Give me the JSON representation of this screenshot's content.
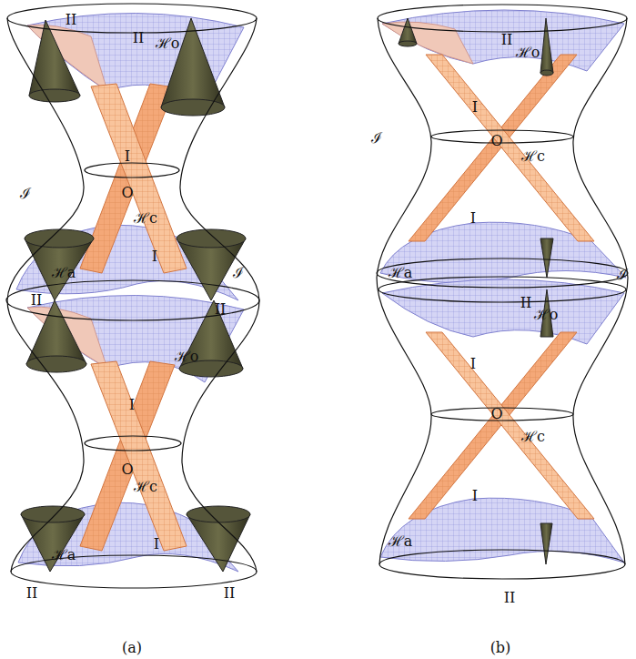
{
  "diagram": {
    "labels": [
      "II",
      "II",
      "ℋo",
      "I",
      "ℐ",
      "O",
      "ℋc",
      "ℋa",
      "I",
      "ℐ",
      "II",
      "II",
      "ℋo",
      "I",
      "O",
      "ℋc",
      "ℋa",
      "I",
      "II",
      "II",
      "(a)",
      "II",
      "ℋo",
      "I",
      "ℐ",
      "O",
      "ℋc",
      "I",
      "ℋa",
      "ℐ",
      "II",
      "ℋo",
      "I",
      "O",
      "ℋc",
      "I",
      "ℋa",
      "II",
      "(b)"
    ]
  }
}
